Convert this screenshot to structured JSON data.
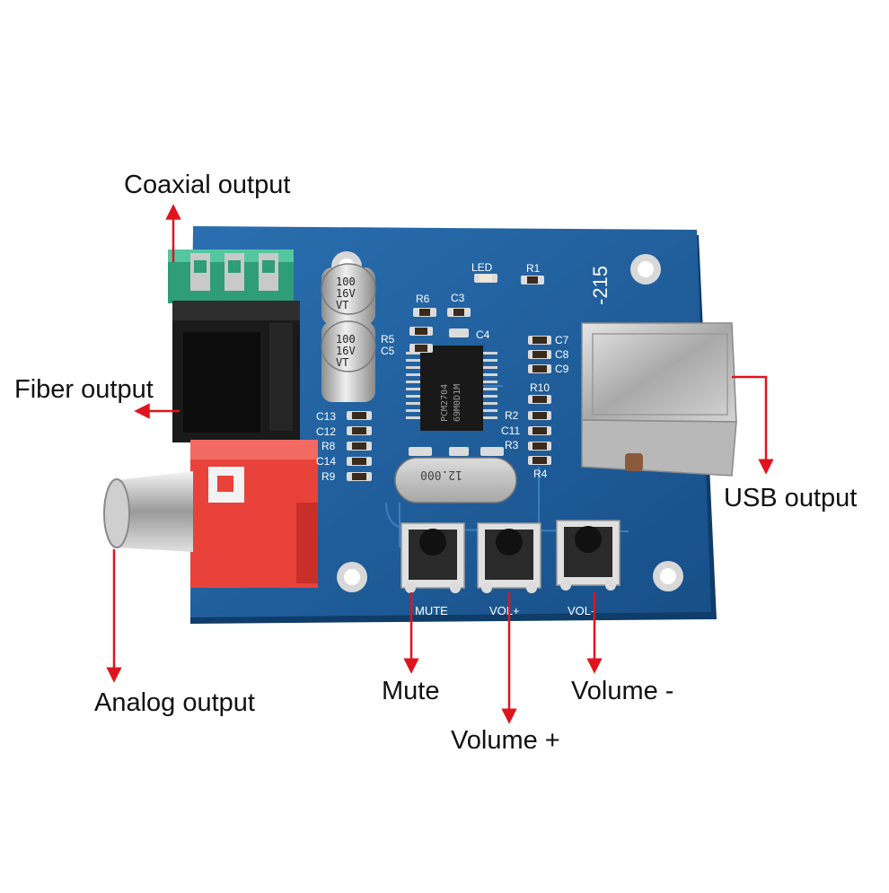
{
  "callouts": {
    "coaxial": "Coaxial output",
    "fiber": "Fiber output",
    "analog": "Analog output",
    "usb": "USB output",
    "mute": "Mute",
    "volume_up": "Volume +",
    "volume_down": "Volume -"
  },
  "board": {
    "model_marking": "-215",
    "led_label": "LED",
    "chip_marking_1": "PCM2704",
    "chip_marking_2": "69M0D1M",
    "crystal_marking": "12.000",
    "cap_marking_line1": "100",
    "cap_marking_line2": "16V",
    "cap_marking_line3": "VT",
    "button_labels": {
      "mute": "MUTE",
      "vol_up": "VOL+",
      "vol_down": "VOL-"
    },
    "component_labels": {
      "r1": "R1",
      "r2": "R2",
      "r3": "R3",
      "r4": "R4",
      "r5": "R5",
      "r6": "R6",
      "r8": "R8",
      "r9": "R9",
      "r10": "R10",
      "c3": "C3",
      "c4": "C4",
      "c5": "C5",
      "c7": "C7",
      "c8": "C8",
      "c9": "C9",
      "c11": "C11",
      "c12": "C12",
      "c13": "C13",
      "c14": "C14"
    }
  },
  "colors": {
    "pcb": "#1f5f9e",
    "arrow": "#e0141c",
    "silkscreen": "#ffffff",
    "rca_red": "#e8423a",
    "jack_green": "#3db58e"
  }
}
